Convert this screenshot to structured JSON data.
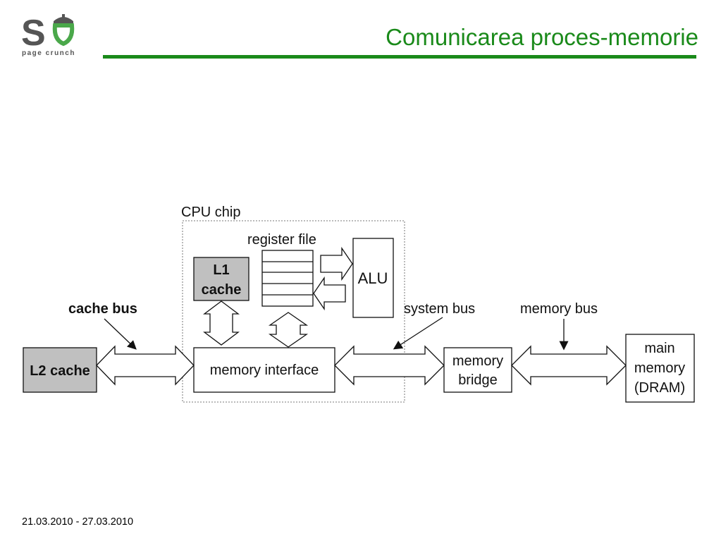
{
  "header": {
    "title": "Comunicarea proces-memorie",
    "logo_text": "page crunch",
    "accent_color": "#1a8a1a"
  },
  "footer": {
    "date_range": "21.03.2010 - 27.03.2010"
  },
  "diagram": {
    "cpu_chip_label": "CPU chip",
    "register_file_label": "register file",
    "alu_label": "ALU",
    "l1_cache_line1": "L1",
    "l1_cache_line2": "cache",
    "cache_bus_label": "cache bus",
    "l2_cache_label": "L2 cache",
    "memory_interface_label": "memory interface",
    "system_bus_label": "system bus",
    "memory_bus_label": "memory bus",
    "memory_bridge_line1": "memory",
    "memory_bridge_line2": "bridge",
    "main_memory_line1": "main",
    "main_memory_line2": "memory",
    "main_memory_line3": "(DRAM)",
    "cache_fill_color": "#c0c0c0"
  }
}
